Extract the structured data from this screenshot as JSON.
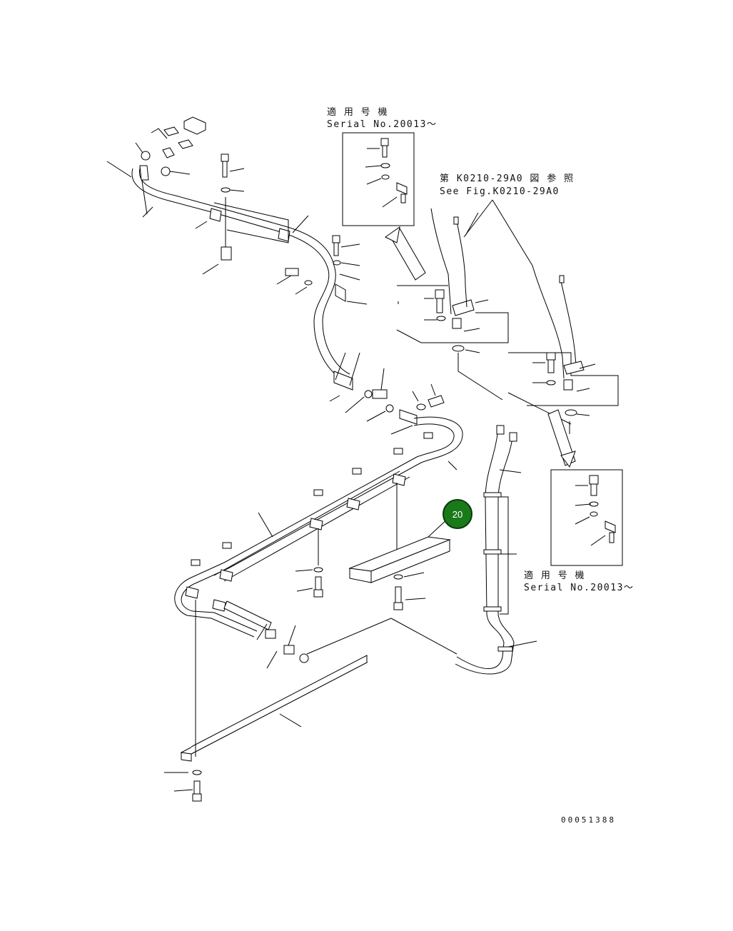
{
  "labels": {
    "applicable_top_jp": "適 用 号 機",
    "serial_top": "Serial No.20013～",
    "ref_fig_jp": "第 K0210-29A0 図 参 照",
    "ref_fig_en": "See Fig.K0210-29A0",
    "applicable_right_jp": "適 用 号 機",
    "serial_right": "Serial No.20013～",
    "drawing_number": "00051388",
    "badge_number": "20"
  },
  "colors": {
    "line": "#000000",
    "badge_fill": "#1a7a1a",
    "badge_text": "#ffffff",
    "background": "#ffffff"
  }
}
